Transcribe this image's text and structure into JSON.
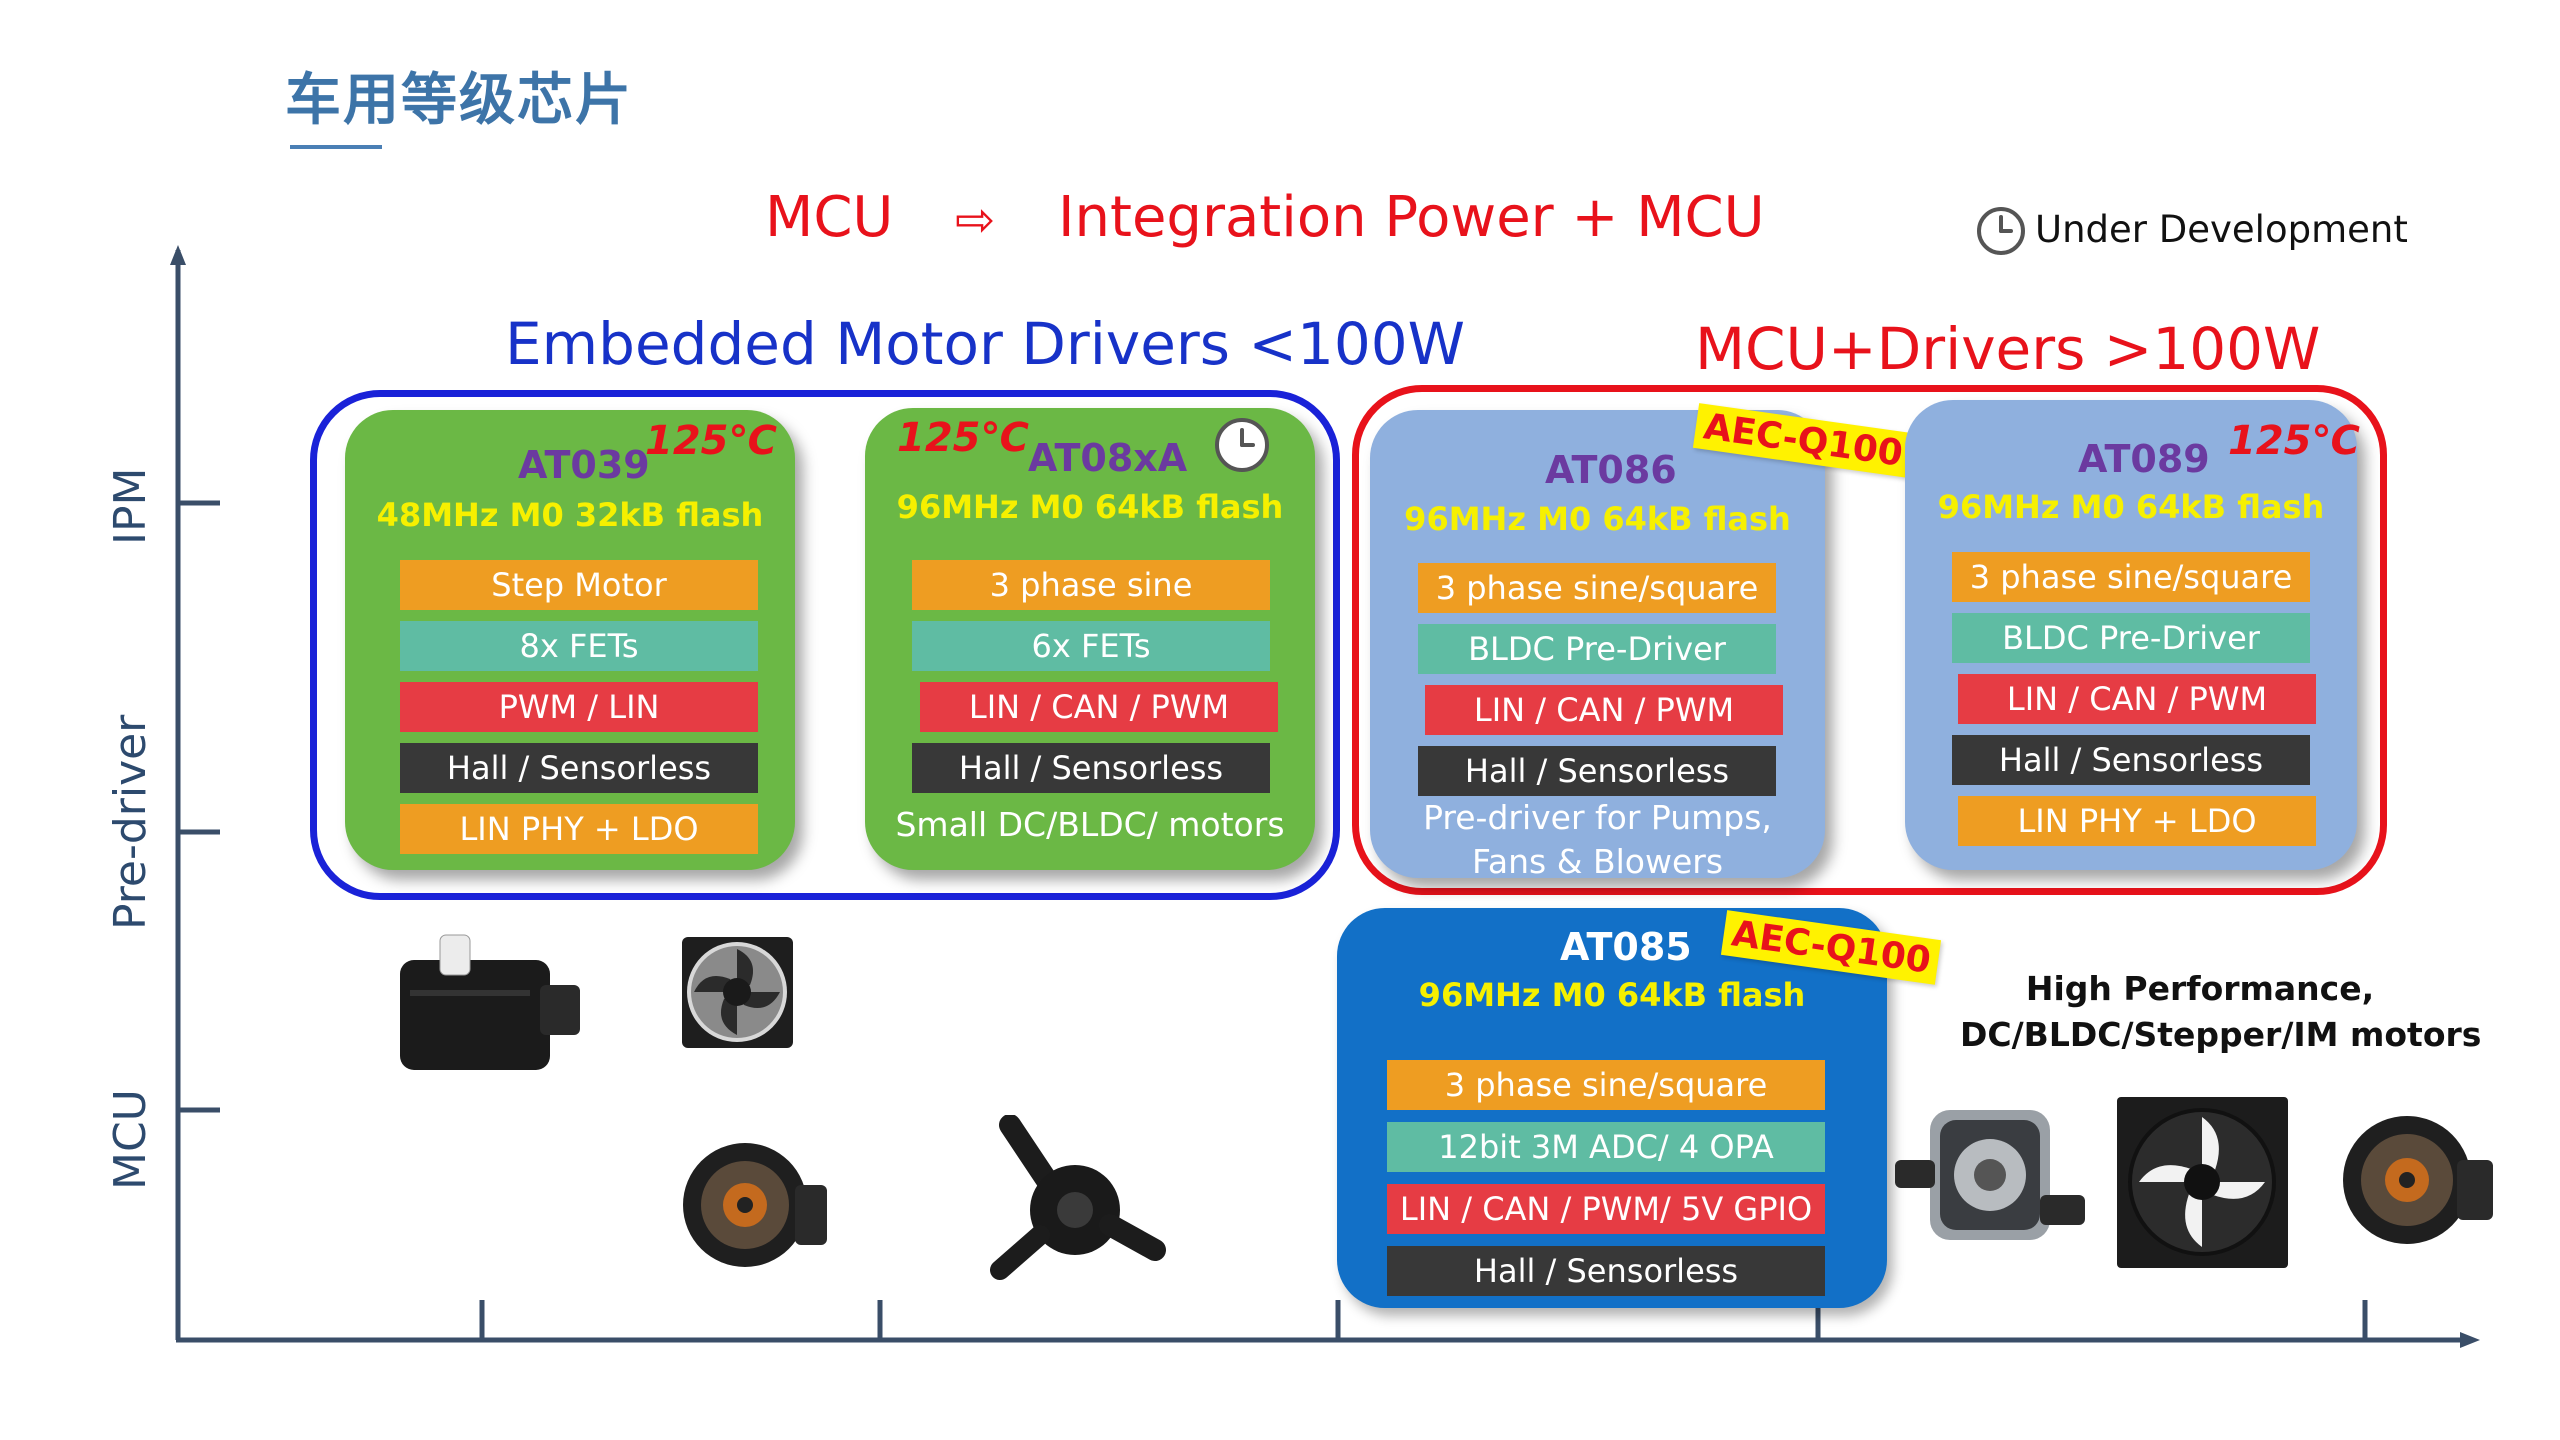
{
  "title": "车用等级芯片",
  "headline": {
    "left": "MCU",
    "arrow": "⇨",
    "right": "Integration Power + MCU"
  },
  "legend": {
    "label": "Under Development",
    "icon": "clock-icon"
  },
  "sections": {
    "embedded": "Embedded Motor Drivers <100W",
    "mcu_drivers": "MCU+Drivers >100W"
  },
  "axis": {
    "y_labels": [
      "IPM",
      "Pre-driver",
      "MCU"
    ]
  },
  "chips": {
    "at039": {
      "name": "AT039",
      "temp": "125℃",
      "spec": "48MHz M0 32kB flash",
      "features": [
        "Step Motor",
        "8x FETs",
        "PWM / LIN",
        "Hall / Sensorless",
        "LIN PHY + LDO"
      ]
    },
    "at08xa": {
      "name": "AT08xA",
      "temp": "125℃",
      "spec": "96MHz M0 64kB flash",
      "features": [
        "3 phase sine",
        "6x FETs",
        "LIN / CAN / PWM",
        "Hall / Sensorless"
      ],
      "note": "Small DC/BLDC/ motors"
    },
    "at086": {
      "name": "AT086",
      "badge": "AEC-Q100",
      "spec": "96MHz M0 64kB flash",
      "features": [
        "3 phase sine/square",
        "BLDC Pre-Driver",
        "LIN / CAN / PWM",
        "Hall / Sensorless"
      ],
      "note_line1": "Pre-driver for Pumps,",
      "note_line2": "Fans & Blowers"
    },
    "at089": {
      "name": "AT089",
      "temp": "125℃",
      "spec": "96MHz M0 64kB flash",
      "features": [
        "3 phase sine/square",
        "BLDC Pre-Driver",
        "LIN / CAN / PWM",
        "Hall / Sensorless",
        "LIN PHY + LDO"
      ]
    },
    "at085": {
      "name": "AT085",
      "badge": "AEC-Q100",
      "spec": "96MHz M0 64kB flash",
      "features": [
        "3 phase sine/square",
        "12bit 3M ADC/ 4 OPA",
        "LIN / CAN / PWM/ 5V GPIO",
        "Hall / Sensorless"
      ]
    }
  },
  "high_performance": {
    "line1": "High Performance,",
    "line2": "DC/BLDC/Stepper/IM motors"
  },
  "colors": {
    "title_blue": "#3d74a8",
    "red": "#e8121b",
    "blue": "#1732c8",
    "chip_green": "#6bb845",
    "chip_light_blue": "#8fb0de",
    "chip_dark_blue": "#1270c7",
    "spec_yellow": "#f6f000",
    "bar_orange": "#ee9d22",
    "bar_teal": "#5fbca3",
    "bar_red": "#e63c44",
    "bar_dark": "#383838"
  }
}
